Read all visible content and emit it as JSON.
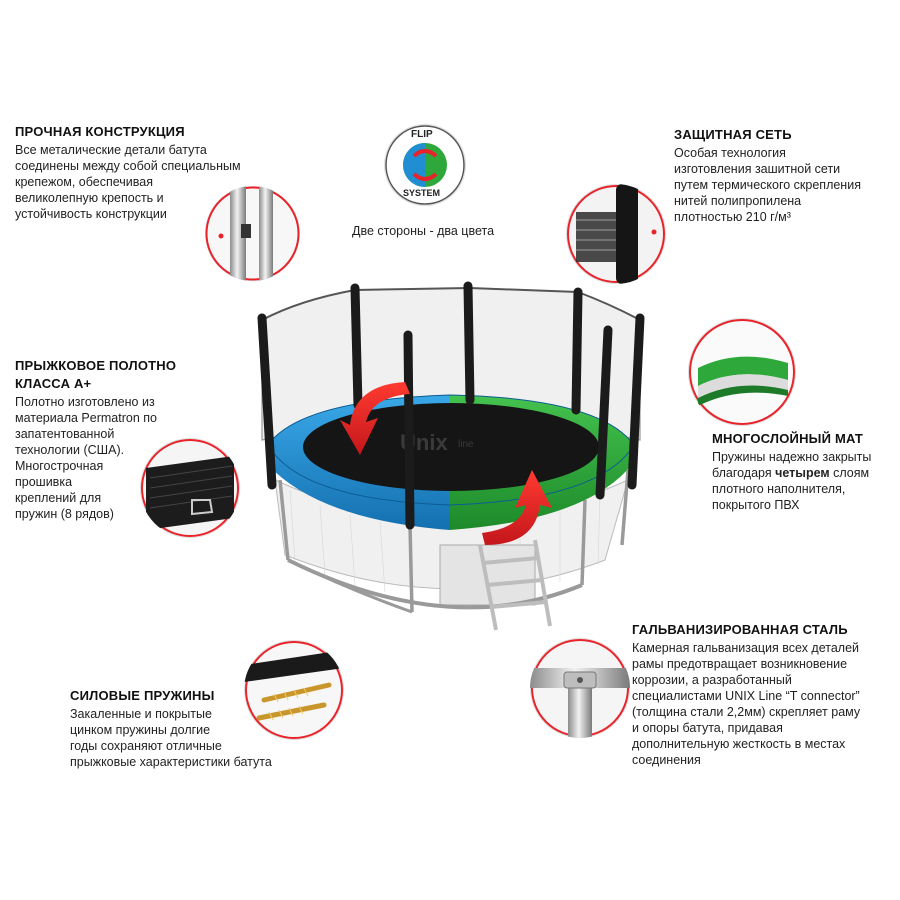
{
  "features": {
    "strong_frame": {
      "title": "ПРОЧНАЯ КОНСТРУКЦИЯ",
      "lines": [
        "Все металические детали батута",
        "соединены между собой специальным",
        "крепежом, обеспечивая",
        "великолепную крепость и",
        "устойчивость конструкции"
      ]
    },
    "net": {
      "title": "ЗАЩИТНАЯ СЕТЬ",
      "lines": [
        "Особая технология",
        "изготовления зашитной сети",
        "путем термического скрепления",
        "нитей полипропилена",
        "плотностью 210 г/м³"
      ]
    },
    "jump_mat": {
      "title_lines": [
        "ПРЫЖКОВОЕ ПОЛОТНО",
        "КЛАССА А+"
      ],
      "lines": [
        "Полотно изготовлено из",
        "материала Permatron по",
        "запатентованной",
        "технологии (США).",
        "Многострочная",
        "прошивка",
        "креплений для",
        "пружин (8 рядов)"
      ]
    },
    "multilayer_mat": {
      "title": "МНОГОСЛОЙНЫЙ МАТ",
      "line1": "Пружины надежно закрыты",
      "line2_pre": "благодаря ",
      "line2_strong": "четырем",
      "line2_post": " слоям",
      "line3": "плотного наполнителя,",
      "line4": "покрытого ПВХ"
    },
    "galvanized": {
      "title": "ГАЛЬВАНИЗИРОВАННАЯ СТАЛЬ",
      "lines": [
        "Камерная гальванизация всех деталей",
        "рамы предотвращает возникновение",
        "коррозии, а разработанный",
        "специалистами  UNIX Line “T connector”",
        "(толщина стали 2,2мм) скрепляет раму",
        "и опоры батута, придавая",
        "дополнительную жесткость в местах",
        "соединения"
      ]
    },
    "springs": {
      "title": "СИЛОВЫЕ ПРУЖИНЫ",
      "lines": [
        "Закаленные и покрытые",
        "цинком пружины долгие",
        "годы сохраняют отличные",
        "прыжковые характеристики батута"
      ]
    }
  },
  "flip": {
    "top_text": "FLIP",
    "bottom_text": "SYSTEM",
    "caption": "Две стороны - два цвета"
  },
  "brand": {
    "logo_main": "Unix",
    "logo_sub": "line"
  },
  "colors": {
    "accent_red": "#e8232a",
    "pad_blue": "#1f8fd1",
    "pad_green": "#2ea83a",
    "frame_black": "#1b1b1b"
  }
}
